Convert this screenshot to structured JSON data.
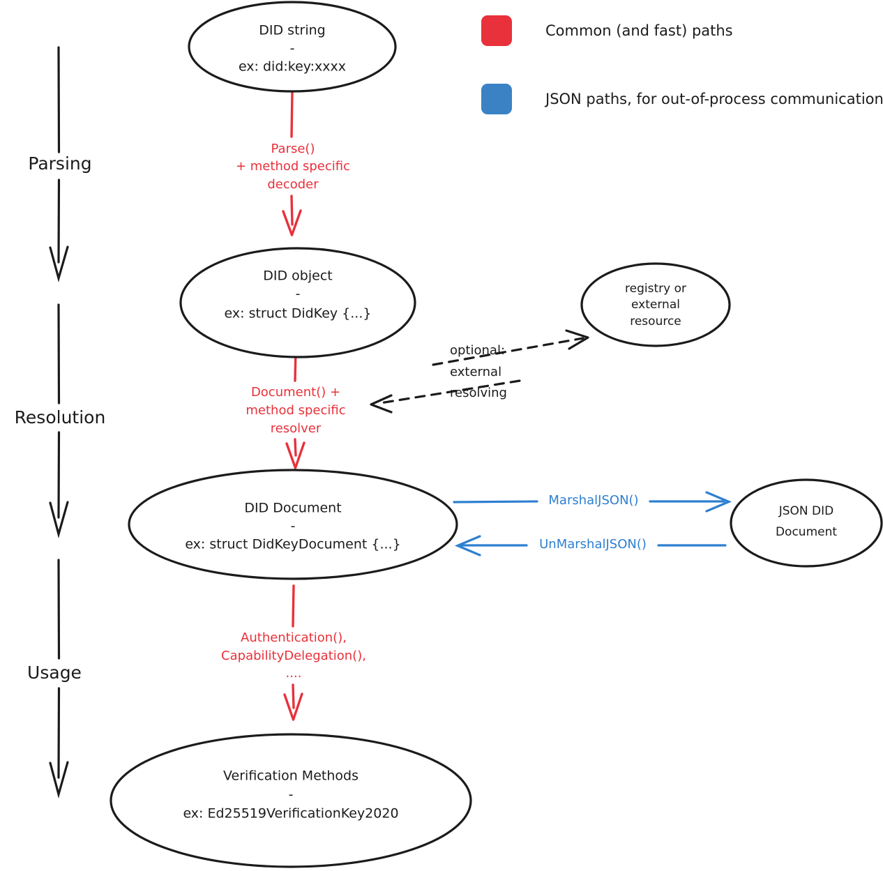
{
  "diagram": {
    "title": "DID lifecycle: parsing, resolution and usage",
    "colors": {
      "red": "#e8313a",
      "blue": "#2e7fd0",
      "ink": "#1b1b1b",
      "background": "#ffffff"
    }
  },
  "legend": {
    "items": [
      {
        "color": "#e8313a",
        "label": "Common (and fast) paths",
        "swatch_name": "legend-swatch-red"
      },
      {
        "color": "#2e7fd0",
        "label": "JSON paths, for out-of-process communication",
        "swatch_name": "legend-swatch-blue"
      }
    ]
  },
  "timeline": {
    "stages": [
      {
        "label": "Parsing"
      },
      {
        "label": "Resolution"
      },
      {
        "label": "Usage"
      }
    ]
  },
  "nodes": {
    "did_string": {
      "line1": "DID string",
      "dash": "-",
      "line2": "ex: did:key:xxxx"
    },
    "did_object": {
      "line1": "DID object",
      "dash": "-",
      "line2": "ex: struct DidKey {...}"
    },
    "registry": {
      "line1": "registry or",
      "line2": "external",
      "line3": "resource"
    },
    "did_document": {
      "line1": "DID Document",
      "dash": "-",
      "line2": "ex: struct DidKeyDocument {...}"
    },
    "json_did_document": {
      "line1": "JSON DID",
      "line2": "Document"
    },
    "verification_methods": {
      "line1": "Verification Methods",
      "dash": "-",
      "line2": "ex: Ed25519VerificationKey2020"
    }
  },
  "edges": {
    "parse": {
      "line1": "Parse()",
      "line2": "+ method specific",
      "line3": "decoder"
    },
    "document": {
      "line1": "Document() +",
      "line2": "method specific",
      "line3": "resolver"
    },
    "usage": {
      "line1": "Authentication(),",
      "line2": "CapabilityDelegation(),",
      "line3": "...."
    },
    "external": {
      "line1": "optional:",
      "line2": "external",
      "line3": "resolving"
    },
    "marshal": {
      "label": "MarshalJSON()"
    },
    "unmarshal": {
      "label": "UnMarshalJSON()"
    }
  }
}
